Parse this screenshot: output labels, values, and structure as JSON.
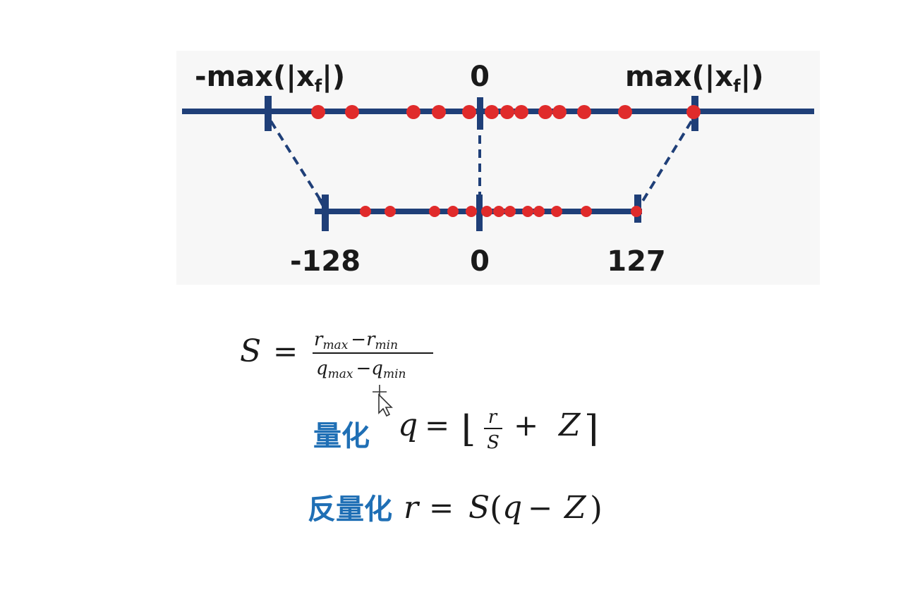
{
  "diagram": {
    "float_axis": {
      "left_label": "-max(|x",
      "left_sub": "f",
      "left_close": "|)",
      "center_label": "0",
      "right_label": "max(|x",
      "right_sub": "f",
      "right_close": "|)"
    },
    "int_axis": {
      "left_label": "-128",
      "center_label": "0",
      "right_label": "127"
    },
    "colors": {
      "axis": "#1f3f78",
      "points": "#e02b2b",
      "text": "#1a1a1a",
      "formula_label": "#1f6fb5"
    }
  },
  "formulas": {
    "scale": {
      "lhs": "S",
      "eq": "=",
      "num_a": "r",
      "num_a_sub": "max",
      "minus": "−",
      "num_b": "r",
      "num_b_sub": "min",
      "den_a": "q",
      "den_a_sub": "max",
      "den_b": "q",
      "den_b_sub": "min"
    },
    "quantize": {
      "label": "量化",
      "q": "q",
      "eq": "=",
      "lfloor": "⌊",
      "frac_num": "r",
      "frac_den": "S",
      "plus": "+",
      "z": "Z",
      "rceil": "⌉"
    },
    "dequantize": {
      "label": "反量化",
      "r": "r",
      "eq": "=",
      "s": "S",
      "open": "(",
      "q": "q",
      "minus": "−",
      "z": "Z",
      "close": ")"
    }
  },
  "cursor_icon": "move-cursor-icon"
}
